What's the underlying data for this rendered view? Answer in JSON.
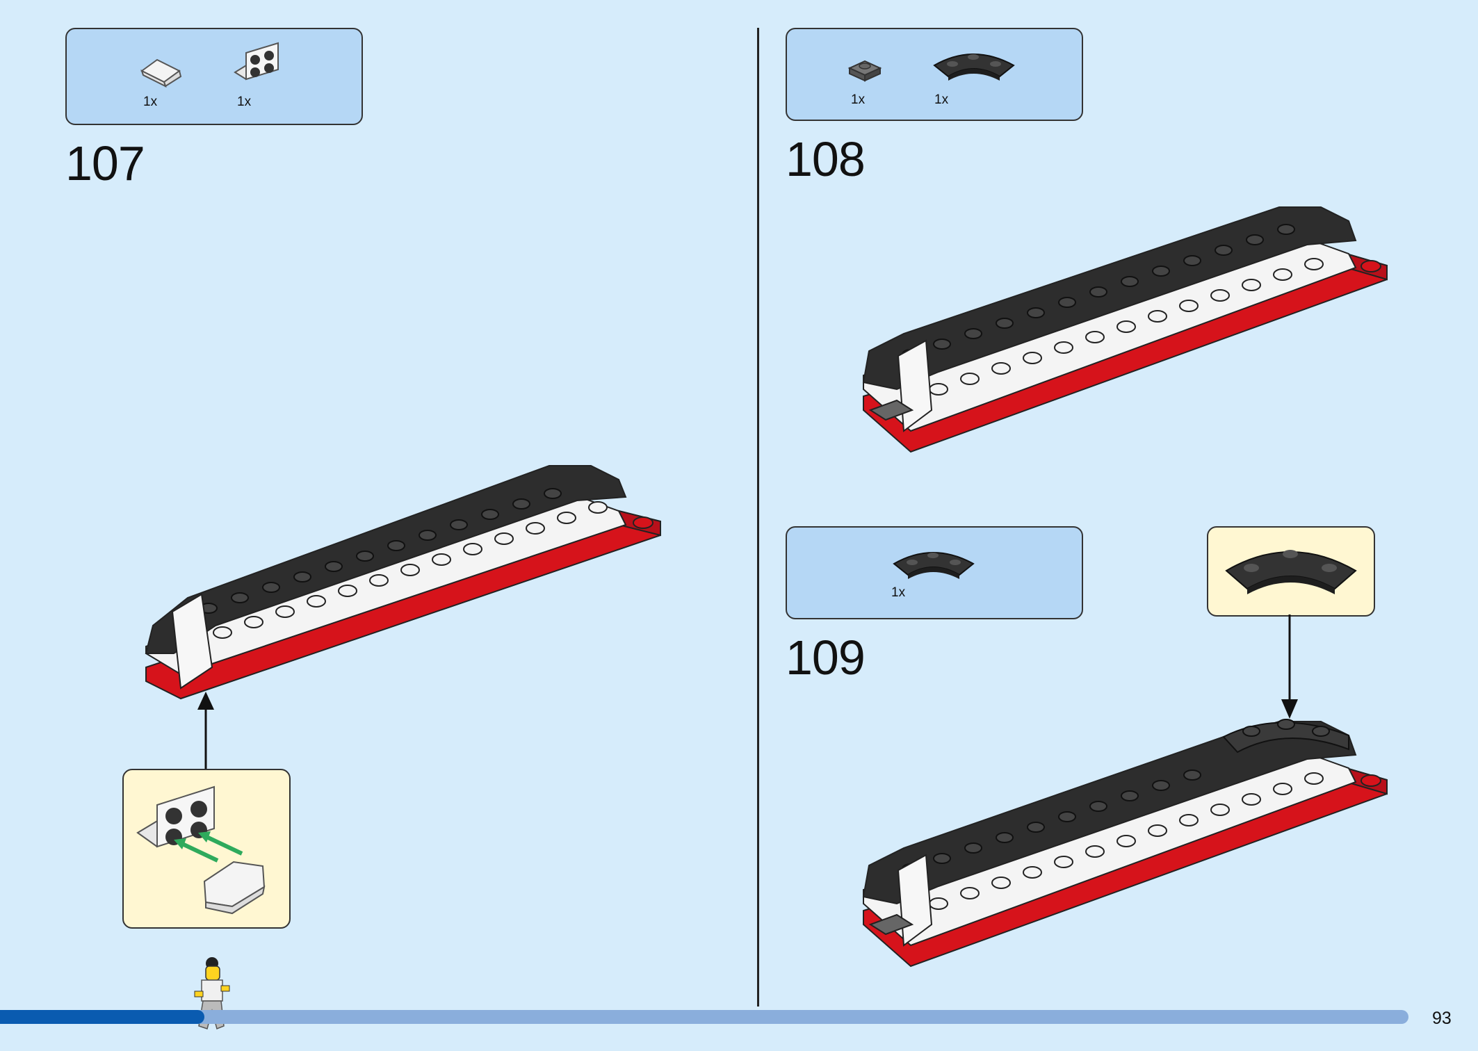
{
  "page_number": "93",
  "progress": {
    "fraction": 0.145
  },
  "steps": [
    {
      "number": "107",
      "parts": [
        {
          "icon": "white-slope-brick-icon",
          "qty": "1x"
        },
        {
          "icon": "white-bracket-plate-icon",
          "qty": "1x"
        }
      ]
    },
    {
      "number": "108",
      "parts": [
        {
          "icon": "dark-gray-plate-1x1-icon",
          "qty": "1x"
        },
        {
          "icon": "black-curved-plate-icon",
          "qty": "1x"
        }
      ]
    },
    {
      "number": "109",
      "parts": [
        {
          "icon": "black-curved-plate-icon",
          "qty": "1x"
        }
      ]
    }
  ],
  "colors": {
    "background": "#d6ecfb",
    "parts_box": "#b5d7f5",
    "callout": "#fff7d2",
    "brick_black": "#2d2d2d",
    "brick_white": "#f4f4f4",
    "brick_red": "#d6131b",
    "arrow_green": "#2eaa5c",
    "progress": "#0a5bb0"
  }
}
